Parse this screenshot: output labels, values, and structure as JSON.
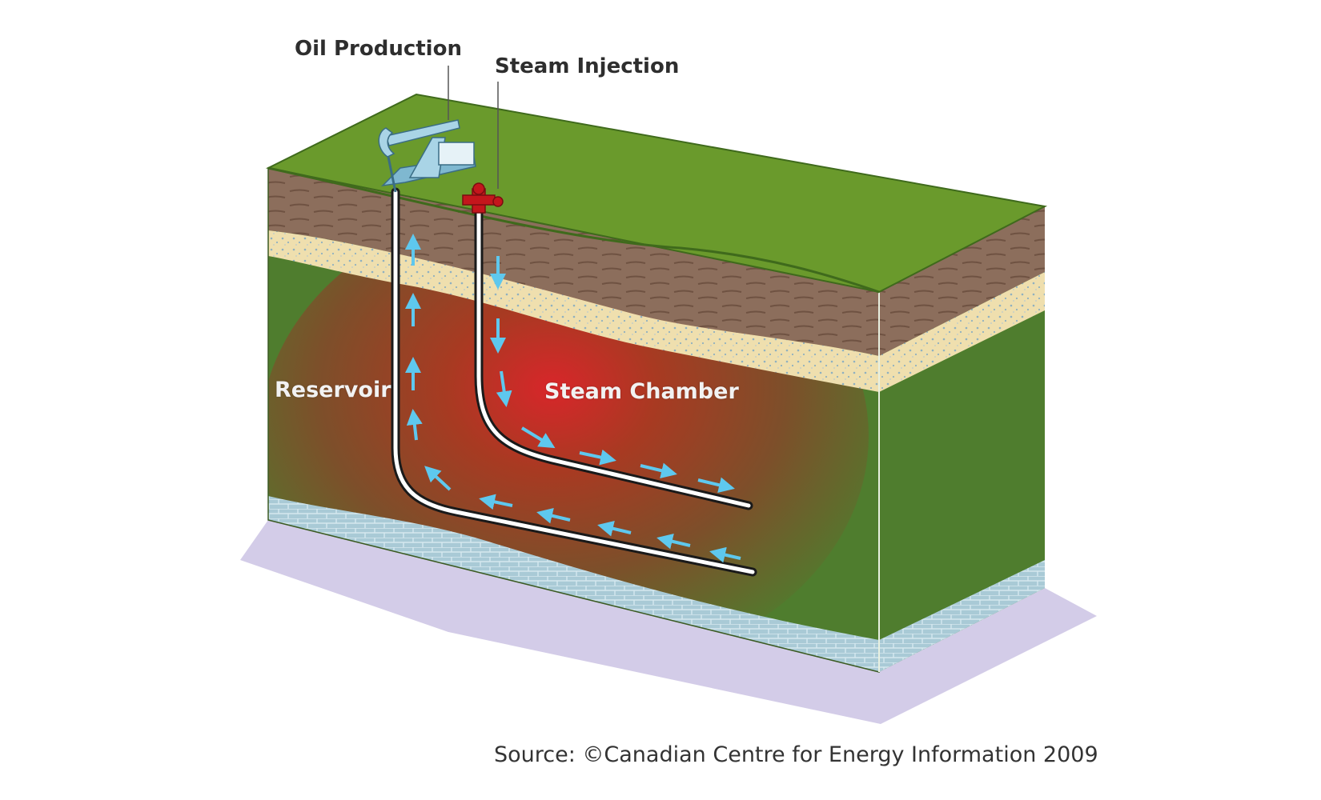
{
  "labels": {
    "oil_production": "Oil Production",
    "steam_injection": "Steam Injection",
    "reservoir": "Reservoir",
    "steam_chamber": "Steam Chamber"
  },
  "caption": "Source: ©Canadian Centre for Energy Information 2009",
  "colors": {
    "surface_green": "#6a9a2c",
    "reservoir_green": "#4f7d2e",
    "topsoil_brown": "#8c6e5c",
    "sand_layer": "#efdfae",
    "limestone_base": "#a9cad6",
    "shadow": "#d3cce8",
    "steam_chamber_red": "#d8262a",
    "flow_arrow_blue": "#5ec8ee",
    "wellhead_red": "#c4161c",
    "pumpjack_blue": "#a9d4e6"
  }
}
